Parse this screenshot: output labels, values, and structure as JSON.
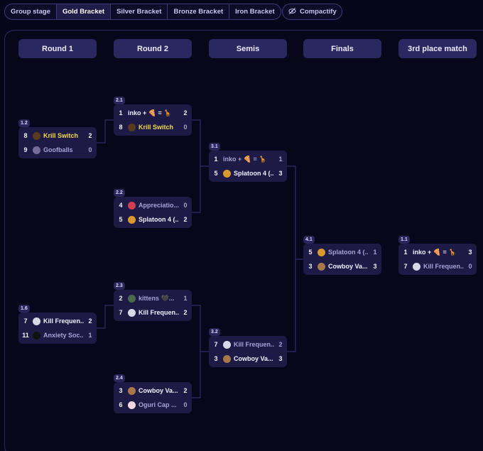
{
  "tabs": [
    "Group stage",
    "Gold Bracket",
    "Silver Bracket",
    "Bronze Bracket",
    "Iron Bracket"
  ],
  "active_tab": "Gold Bracket",
  "compactify_label": "Compactify",
  "rounds": [
    "Round 1",
    "Round 2",
    "Semis",
    "Finals",
    "3rd place match"
  ],
  "matches": {
    "m1_2": {
      "id": "1.2",
      "top": {
        "seed": "8",
        "name": "Krill Switch",
        "score": "2"
      },
      "bottom": {
        "seed": "9",
        "name": "Goofballs",
        "score": "0"
      }
    },
    "m1_6": {
      "id": "1.6",
      "top": {
        "seed": "7",
        "name": "Kill Frequen...",
        "score": "2"
      },
      "bottom": {
        "seed": "11",
        "name": "Anxiety Soc...",
        "score": "1"
      }
    },
    "m2_1": {
      "id": "2.1",
      "top": {
        "seed": "1",
        "name": "inko + 🍕 = 🦒",
        "score": "2"
      },
      "bottom": {
        "seed": "8",
        "name": "Krill Switch",
        "score": "0"
      }
    },
    "m2_2": {
      "id": "2.2",
      "top": {
        "seed": "4",
        "name": "Appreciatio...",
        "score": "0"
      },
      "bottom": {
        "seed": "5",
        "name": "Splatoon 4 (...",
        "score": "2"
      }
    },
    "m2_3": {
      "id": "2.3",
      "top": {
        "seed": "2",
        "name": "kittens 🖤...",
        "score": "1"
      },
      "bottom": {
        "seed": "7",
        "name": "Kill Frequen...",
        "score": "2"
      }
    },
    "m2_4": {
      "id": "2.4",
      "top": {
        "seed": "3",
        "name": "Cowboy Va...",
        "score": "2"
      },
      "bottom": {
        "seed": "6",
        "name": "Oguri Cap ...",
        "score": "0"
      }
    },
    "m3_1": {
      "id": "3.1",
      "top": {
        "seed": "1",
        "name": "inko + 🍕 = 🦒",
        "score": "1"
      },
      "bottom": {
        "seed": "5",
        "name": "Splatoon 4 (...",
        "score": "3"
      }
    },
    "m3_2": {
      "id": "3.2",
      "top": {
        "seed": "7",
        "name": "Kill Frequen...",
        "score": "2"
      },
      "bottom": {
        "seed": "3",
        "name": "Cowboy Va...",
        "score": "3"
      }
    },
    "m4_1": {
      "id": "4.1",
      "top": {
        "seed": "5",
        "name": "Splatoon 4 (...",
        "score": "1"
      },
      "bottom": {
        "seed": "3",
        "name": "Cowboy Va...",
        "score": "3"
      }
    },
    "m1_1": {
      "id": "1.1",
      "top": {
        "seed": "1",
        "name": "inko + 🍕 = 🦒",
        "score": "3"
      },
      "bottom": {
        "seed": "7",
        "name": "Kill Frequen...",
        "score": "0"
      }
    }
  },
  "colors": {
    "background": "#06061a",
    "header": "#2a2860",
    "match_box": "#1d1b45",
    "highlight_team": "#f4d84b",
    "connector": "#2e2c62"
  }
}
